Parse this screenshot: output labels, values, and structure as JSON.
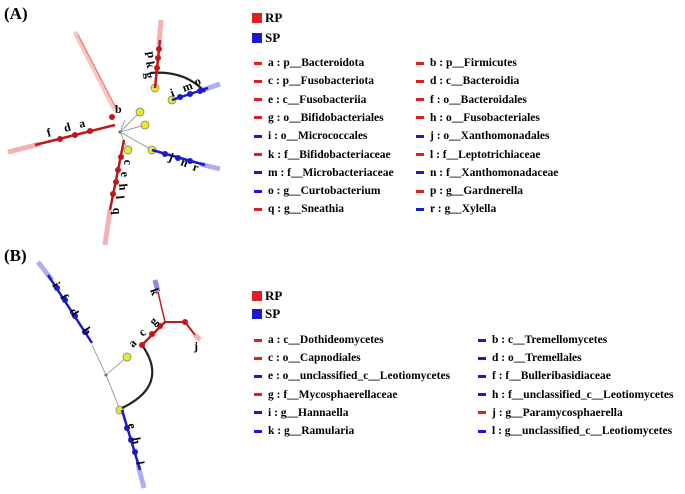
{
  "colors": {
    "RP": "#e02020",
    "SP": "#1a1acc",
    "hub": "#e8e830"
  },
  "panels": [
    {
      "label": "(A)",
      "legend_keys": [
        {
          "name": "RP",
          "color": "#e02020"
        },
        {
          "name": "SP",
          "color": "#1a1acc"
        }
      ],
      "taxa": [
        {
          "text": "a : p__Bacteroidota",
          "group": "RP"
        },
        {
          "text": "b : p__Firmicutes",
          "group": "RP"
        },
        {
          "text": "c : p__Fusobacteriota",
          "group": "RP"
        },
        {
          "text": "d : c__Bacteroidia",
          "group": "RP"
        },
        {
          "text": "e : c__Fusobacteriia",
          "group": "RP"
        },
        {
          "text": "f : o__Bacteroidales",
          "group": "RP"
        },
        {
          "text": "g : o__Bifidobacteriales",
          "group": "RP"
        },
        {
          "text": "h : o__Fusobacteriales",
          "group": "RP"
        },
        {
          "text": "i : o__Micrococcales",
          "group": "SP"
        },
        {
          "text": "j : o__Xanthomonadales",
          "group": "SP"
        },
        {
          "text": "k : f__Bifidobacteriaceae",
          "group": "RP"
        },
        {
          "text": "l : f__Leptotrichiaceae",
          "group": "RP"
        },
        {
          "text": "m : f__Microbacteriaceae",
          "group": "SP"
        },
        {
          "text": "n : f__Xanthomonadaceae",
          "group": "SP"
        },
        {
          "text": "o : g__Curtobacterium",
          "group": "SP"
        },
        {
          "text": "p : g__Gardnerella",
          "group": "RP"
        },
        {
          "text": "q : g__Sneathia",
          "group": "RP"
        },
        {
          "text": "r : g__Xylella",
          "group": "SP"
        }
      ],
      "node_letters": [
        "a",
        "b",
        "c",
        "d",
        "e",
        "f",
        "g",
        "h",
        "i",
        "j",
        "k",
        "l",
        "m",
        "n",
        "o",
        "p",
        "q",
        "r"
      ]
    },
    {
      "label": "(B)",
      "legend_keys": [
        {
          "name": "RP",
          "color": "#e02020"
        },
        {
          "name": "SP",
          "color": "#1a1acc"
        }
      ],
      "taxa": [
        {
          "text": "a : c__Dothideomycetes",
          "group": "RP"
        },
        {
          "text": "b : c__Tremellomycetes",
          "group": "SP"
        },
        {
          "text": "c : o__Capnodiales",
          "group": "RP"
        },
        {
          "text": "d : o__Tremellales",
          "group": "SP"
        },
        {
          "text": "e : o__unclassified_c__Leotiomycetes",
          "group": "SP"
        },
        {
          "text": "f : f__Bulleribasidiaceae",
          "group": "SP"
        },
        {
          "text": "g : f__Mycosphaerellaceae",
          "group": "RP"
        },
        {
          "text": "h : f__unclassified_c__Leotiomycetes",
          "group": "SP"
        },
        {
          "text": "i : g__Hannaella",
          "group": "SP"
        },
        {
          "text": "j : g__Paramycosphaerella",
          "group": "RP"
        },
        {
          "text": "k : g__Ramularia",
          "group": "SP"
        },
        {
          "text": "l : g__unclassified_c__Leotiomycetes",
          "group": "SP"
        }
      ],
      "node_letters": [
        "a",
        "b",
        "c",
        "d",
        "e",
        "f",
        "g",
        "h",
        "i",
        "j",
        "k",
        "l"
      ]
    }
  ]
}
